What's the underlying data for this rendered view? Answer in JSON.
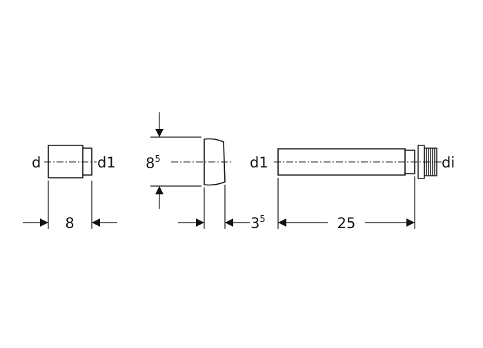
{
  "colors": {
    "ink": "#111111",
    "background": "#ffffff"
  },
  "labels": {
    "sleeve_inner": "d",
    "sleeve_outer": "d1",
    "cap_dim_base": "8",
    "cap_dim_sup": "5",
    "pipe_outer": "d1",
    "nut_inner": "di"
  },
  "dimensions": {
    "sleeve_length": "8",
    "cap_length_base": "3",
    "cap_length_sup": "5",
    "pipe_length": "25"
  }
}
